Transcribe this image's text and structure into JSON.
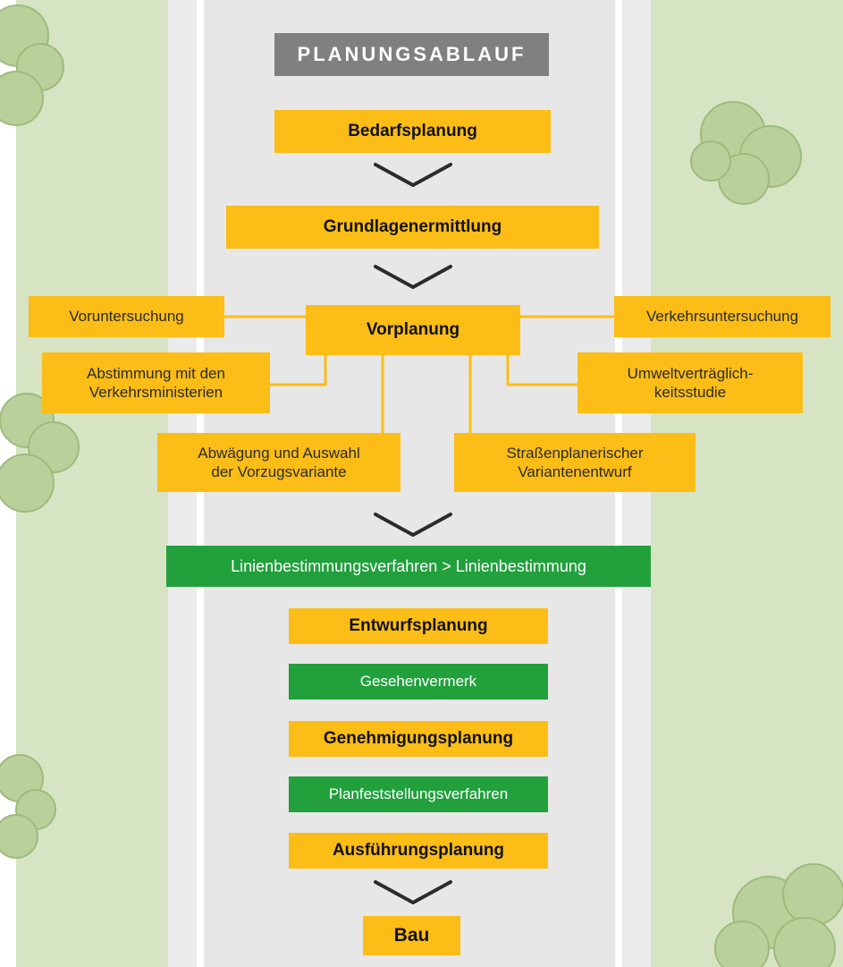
{
  "title": "PLANUNGSABLAUF",
  "steps": {
    "bedarfsplanung": "Bedarfsplanung",
    "grundlagenermittlung": "Grundlagenermittlung",
    "vorplanung": "Vorplanung",
    "voruntersuchung": "Voruntersuchung",
    "verkehrsuntersuchung": "Verkehrsuntersuchung",
    "abstimmung": "Abstimmung mit den\nVerkehrsministerien",
    "umwelt": "Umweltverträglich-\nkeitsstudie",
    "abwaegung": "Abwägung und Auswahl\nder Vorzugsvariante",
    "strassenplanerisch": "Straßenplanerischer\nVariantenentwurf",
    "linienbestimmung": "Linienbestimmungsverfahren > Linienbestimmung",
    "entwurfsplanung": "Entwurfsplanung",
    "gesehenvermerk": "Gesehenvermerk",
    "genehmigungsplanung": "Genehmigungsplanung",
    "planfeststellung": "Planfeststellungsverfahren",
    "ausfuehrungsplanung": "Ausführungsplanung",
    "bau": "Bau"
  },
  "colors": {
    "yellow": "#fbbd16",
    "green": "#21a03c",
    "title_gray": "#808080",
    "road_gray": "#e9e9e9",
    "grass": "#d6e4c4"
  }
}
